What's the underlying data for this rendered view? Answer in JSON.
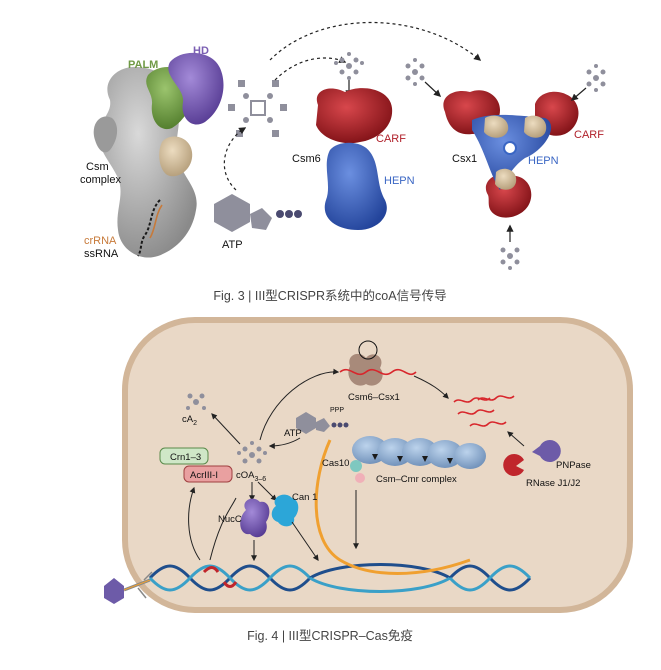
{
  "fig3": {
    "caption": "Fig. 3 | III型CRISPR系统中的coA信号传导",
    "labels": {
      "palm": "PALM",
      "hd": "HD",
      "csm_complex_line1": "Csm",
      "csm_complex_line2": "complex",
      "crrna": "crRNA",
      "ssrna": "ssRNA",
      "atp": "ATP",
      "csm6": "Csm6",
      "carf_left": "CARF",
      "hepn_left": "HEPN",
      "csx1": "Csx1",
      "carf_right": "CARF",
      "hepn_right": "HEPN"
    },
    "colors": {
      "palm": "#6f9a45",
      "hd": "#7b5fb3",
      "carf": "#b0202a",
      "hepn": "#3a66c4",
      "crrna": "#c77a3a"
    }
  },
  "fig4": {
    "caption": "Fig. 4 | III型CRISPR–Cas免疫",
    "labels": {
      "ca2": "cA",
      "ca2_sub": "2",
      "crn": "Crn1–3",
      "acriii": "AcrIII-I",
      "coa": "cOA",
      "coa_sub": "3–6",
      "atp": "ATP",
      "ppp": "PPP",
      "cas10": "Cas10",
      "csm_cmr": "Csm–Cmr complex",
      "csm6_csx1": "Csm6–Csx1",
      "can1": "Can 1",
      "nucc": "NucC",
      "pnpase": "PNPase",
      "rnase": "RNase J1/J2"
    },
    "colors": {
      "cell": "#e9d8c6",
      "membrane": "#d2b699",
      "rna": "#d8262c",
      "dna_dark": "#1f4e8c",
      "dna_light": "#3aa0c8",
      "crn": "#cfe7c7",
      "acriii": "#e9a0a0",
      "orange_rna": "#f0a030"
    }
  }
}
